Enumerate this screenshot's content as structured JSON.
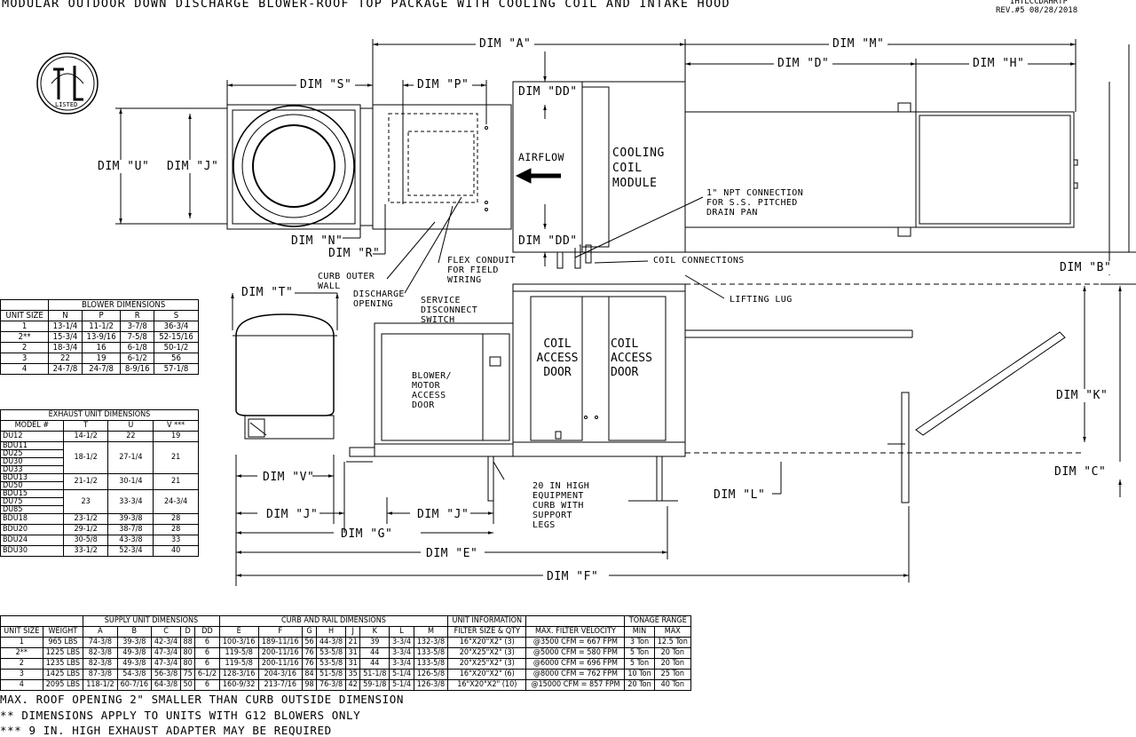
{
  "title": "MODULAR OUTDOOR DOWN DISCHARGE BLOWER-ROOF TOP PACKAGE WITH COOLING COIL AND INTAKE HOOD",
  "drawing_id": "IHTLCCDAHRTP",
  "revision": "REV.#5  08/28/2018",
  "logo_text": "LISTED",
  "dims": {
    "A": "DIM \"A\"",
    "M": "DIM \"M\"",
    "D": "DIM \"D\"",
    "H": "DIM \"H\"",
    "S": "DIM \"S\"",
    "P": "DIM \"P\"",
    "DD1": "DIM \"DD\"",
    "DD2": "DIM \"DD\"",
    "U": "DIM \"U\"",
    "J1": "DIM \"J\"",
    "N": "DIM \"N\"",
    "R": "DIM \"R\"",
    "B": "DIM \"B\"",
    "T": "DIM \"T\"",
    "K": "DIM \"K\"",
    "C": "DIM \"C\"",
    "L": "DIM \"L\"",
    "V": "DIM \"V\"",
    "J2": "DIM \"J\"",
    "J3": "DIM \"J\"",
    "G": "DIM \"G\"",
    "E": "DIM \"E\"",
    "F": "DIM \"F\""
  },
  "labels": {
    "airflow": "AIRFLOW",
    "cooling_coil": [
      "COOLING",
      "COIL",
      "MODULE"
    ],
    "npt": [
      "1\" NPT CONNECTION",
      "FOR S.S. PITCHED",
      "DRAIN PAN"
    ],
    "coil_connections": "COIL CONNECTIONS",
    "lifting_lug": "LIFTING LUG",
    "curb_outer": [
      "CURB OUTER",
      "WALL"
    ],
    "flex_conduit": [
      "FLEX CONDUIT",
      "FOR FIELD",
      "WIRING"
    ],
    "discharge": [
      "DISCHARGE",
      "OPENING"
    ],
    "service": [
      "SERVICE",
      "DISCONNECT",
      "SWITCH"
    ],
    "blower_door": [
      "BLOWER/",
      "MOTOR",
      "ACCESS",
      "DOOR"
    ],
    "coil_door1": [
      "COIL",
      "ACCESS",
      "DOOR"
    ],
    "coil_door2": [
      "COIL",
      "ACCESS",
      "DOOR"
    ],
    "curb_20": [
      "20 IN HIGH",
      "EQUIPMENT",
      "CURB WITH",
      "SUPPORT",
      "LEGS"
    ]
  },
  "blower_table": {
    "title": "BLOWER DIMENSIONS",
    "headers": [
      "UNIT SIZE",
      "N",
      "P",
      "R",
      "S"
    ],
    "rows": [
      [
        "1",
        "13-1/4",
        "11-1/2",
        "3-7/8",
        "36-3/4"
      ],
      [
        "2**",
        "15-3/4",
        "13-9/16",
        "7-5/8",
        "52-15/16"
      ],
      [
        "2",
        "18-3/4",
        "16",
        "6-1/8",
        "50-1/2"
      ],
      [
        "3",
        "22",
        "19",
        "6-1/2",
        "56"
      ],
      [
        "4",
        "24-7/8",
        "24-7/8",
        "8-9/16",
        "57-1/8"
      ]
    ]
  },
  "exhaust_table": {
    "title": "EXHAUST UNIT DIMENSIONS",
    "headers": [
      "MODEL #",
      "T",
      "U",
      "V ***"
    ],
    "groups": [
      {
        "models": [
          "DU12"
        ],
        "T": "14-1/2",
        "U": "22",
        "V": "19"
      },
      {
        "models": [
          "BDU11",
          "DU25",
          "DU30",
          "DU33"
        ],
        "T": "18-1/2",
        "U": "27-1/4",
        "V": "21"
      },
      {
        "models": [
          "BDU13",
          "DU50"
        ],
        "T": "21-1/2",
        "U": "30-1/4",
        "V": "21"
      },
      {
        "models": [
          "BDU15",
          "DU75",
          "DU85"
        ],
        "T": "23",
        "U": "33-3/4",
        "V": "24-3/4"
      },
      {
        "models": [
          "BDU18"
        ],
        "T": "23-1/2",
        "U": "39-3/8",
        "V": "28"
      },
      {
        "models": [
          "BDU20"
        ],
        "T": "29-1/2",
        "U": "38-7/8",
        "V": "28"
      },
      {
        "models": [
          "BDU24"
        ],
        "T": "30-5/8",
        "U": "43-3/8",
        "V": "33"
      },
      {
        "models": [
          "BDU30"
        ],
        "T": "33-1/2",
        "U": "52-3/4",
        "V": "40"
      }
    ]
  },
  "main_table": {
    "group_headers": [
      "SUPPLY UNIT DIMENSIONS",
      "CURB AND RAIL DIMENSIONS",
      "UNIT INFORMATION",
      "TONAGE RANGE"
    ],
    "headers": [
      "UNIT SIZE",
      "WEIGHT",
      "A",
      "B",
      "C",
      "D",
      "DD",
      "E",
      "F",
      "G",
      "H",
      "J",
      "K",
      "L",
      "M",
      "FILTER SIZE & QTY",
      "MAX. FILTER VELOCITY",
      "MIN",
      "MAX"
    ],
    "rows": [
      [
        "1",
        "965 LBS",
        "74-3/8",
        "39-3/8",
        "42-3/4",
        "88",
        "6",
        "100-3/16",
        "189-11/16",
        "56",
        "44-3/8",
        "21",
        "39",
        "3-3/4",
        "132-3/8",
        "16\"X20\"X2\" (3)",
        "@3500 CFM = 667 FPM",
        "3 Ton",
        "12.5 Ton"
      ],
      [
        "2**",
        "1225 LBS",
        "82-3/8",
        "49-3/8",
        "47-3/4",
        "80",
        "6",
        "119-5/8",
        "200-11/16",
        "76",
        "53-5/8",
        "31",
        "44",
        "3-3/4",
        "133-5/8",
        "20\"X25\"X2\" (3)",
        "@5000 CFM = 580 FPM",
        "5 Ton",
        "20 Ton"
      ],
      [
        "2",
        "1235 LBS",
        "82-3/8",
        "49-3/8",
        "47-3/4",
        "80",
        "6",
        "119-5/8",
        "200-11/16",
        "76",
        "53-5/8",
        "31",
        "44",
        "3-3/4",
        "133-5/8",
        "20\"X25\"X2\" (3)",
        "@6000 CFM = 696 FPM",
        "5 Ton",
        "20 Ton"
      ],
      [
        "3",
        "1425 LBS",
        "87-3/8",
        "54-3/8",
        "56-3/8",
        "75",
        "6-1/2",
        "128-3/16",
        "204-3/16",
        "84",
        "51-5/8",
        "35",
        "51-1/8",
        "5-1/4",
        "126-5/8",
        "16\"X20\"X2\" (6)",
        "@8000 CFM = 762 FPM",
        "10 Ton",
        "25 Ton"
      ],
      [
        "4",
        "2095 LBS",
        "118-1/2",
        "60-7/16",
        "64-3/8",
        "50",
        "6",
        "160-9/32",
        "213-7/16",
        "98",
        "76-3/8",
        "42",
        "59-1/8",
        "5-1/4",
        "126-3/8",
        "16\"X20\"X2\" (10)",
        "@15000 CFM = 857 FPM",
        "20 Ton",
        "40 Ton"
      ]
    ]
  },
  "notes": [
    "MAX. ROOF OPENING 2\" SMALLER THAN CURB OUTSIDE DIMENSION",
    "** DIMENSIONS APPLY TO UNITS WITH G12 BLOWERS ONLY",
    "*** 9 IN. HIGH EXHAUST ADAPTER MAY BE REQUIRED"
  ]
}
